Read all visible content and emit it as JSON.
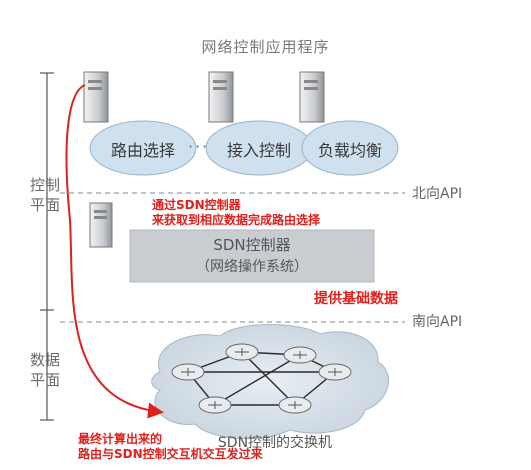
{
  "diagram": {
    "top_title": "网络控制应用程序",
    "apps": [
      {
        "label": "路由选择"
      },
      {
        "label": "接入控制"
      },
      {
        "label": "负载均衡"
      }
    ],
    "ellipsis": "···",
    "plane_labels": {
      "control": [
        "控制",
        "平面"
      ],
      "data": [
        "数据",
        "平面"
      ]
    },
    "northbound_api": "北向API",
    "southbound_api": "南向API",
    "controller": {
      "title": "SDN控制器",
      "subtitle": "（网络操作系统）"
    },
    "switches_label": "SDN控制的交换机",
    "annotations": {
      "northbound_note": [
        "通过SDN控制器",
        "来获取到相应数据完成路由选择"
      ],
      "southbound_note": "提供基础数据",
      "bottom_note": [
        "最终计算出来的",
        "路由与SDN控制交互机交互发过来"
      ]
    },
    "colors": {
      "ellipse_fill": "#cfe0ef",
      "controller_fill": "#c9cdd2",
      "annotation_red": "#e0201c",
      "dash_line": "#9aa0a6"
    }
  }
}
